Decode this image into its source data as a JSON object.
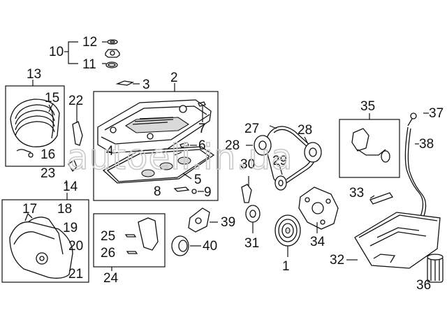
{
  "diagram": {
    "callouts": [
      "1",
      "2",
      "3",
      "4",
      "5",
      "6",
      "7",
      "8",
      "9",
      "10",
      "11",
      "12",
      "13",
      "14",
      "15",
      "16",
      "17",
      "18",
      "19",
      "20",
      "21",
      "22",
      "23",
      "24",
      "25",
      "26",
      "27",
      "28",
      "29",
      "30",
      "31",
      "32",
      "33",
      "34",
      "35",
      "36",
      "37",
      "38",
      "39",
      "40"
    ]
  },
  "watermark": "autoeli.in.ua"
}
